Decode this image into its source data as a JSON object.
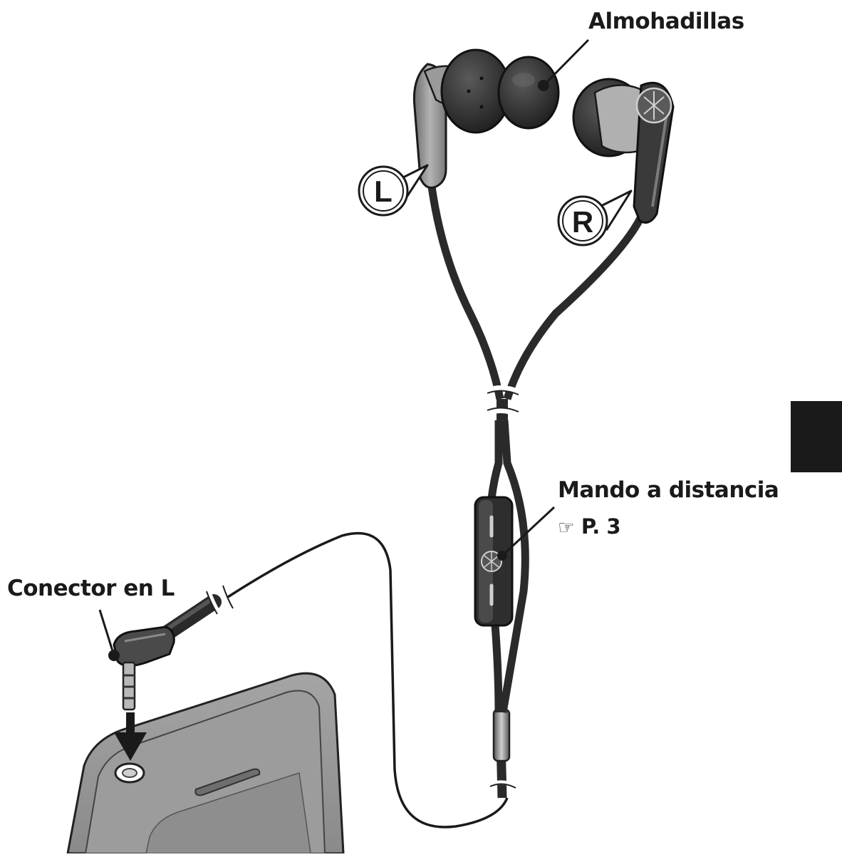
{
  "labels": {
    "ear_tips": "Almohadillas",
    "remote_control": "Mando a distancia",
    "page_ref_icon": "☞",
    "page_ref": "P. 3",
    "l_connector": "Conector en L",
    "left_marker": "L",
    "right_marker": "R"
  },
  "colors": {
    "line": "#1a1a1a",
    "body_gray": "#8c8c8c",
    "dark": "#2b2b2b",
    "tab": "#1a1a1a"
  }
}
